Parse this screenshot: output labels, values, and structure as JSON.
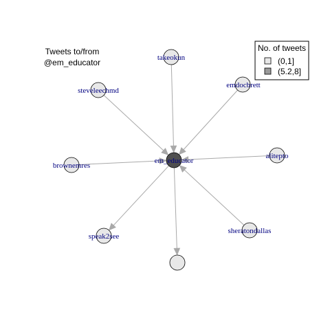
{
  "figure": {
    "title_lines": [
      "Tweets to/from",
      "@em_educator"
    ]
  },
  "legend": {
    "title": "No. of tweets",
    "items": [
      {
        "label": "(0,1]",
        "fill": "#e8e8e8"
      },
      {
        "label": "(5.2,8]",
        "fill": "#9a9a9a"
      }
    ]
  },
  "colors": {
    "edge": "#a9a9a9",
    "node_stroke": "#000000",
    "node_light": "#e8e8e8",
    "node_center": "#505050",
    "label": "#000080"
  },
  "graph": {
    "center": {
      "id": "em_educator",
      "label": "em_educator",
      "tweet_bin": "(5.2,8]"
    },
    "nodes": [
      {
        "id": "takeokun",
        "label": "takeokun",
        "tweet_bin": "(0,1]",
        "edge_dir": "to_center"
      },
      {
        "id": "steveleechmd",
        "label": "steveleechmd",
        "tweet_bin": "(0,1]",
        "edge_dir": "to_center"
      },
      {
        "id": "emdocbrett",
        "label": "emdocbrett",
        "tweet_bin": "(0,1]",
        "edge_dir": "to_center"
      },
      {
        "id": "alitepto",
        "label": "alitepto",
        "tweet_bin": "(0,1]",
        "edge_dir": "to_center"
      },
      {
        "id": "brownemres",
        "label": "brownemres",
        "tweet_bin": "(0,1]",
        "edge_dir": "to_center"
      },
      {
        "id": "speak2see",
        "label": "speak2see",
        "tweet_bin": "(0,1]",
        "edge_dir": "from_center"
      },
      {
        "id": "sheratondallas",
        "label": "sheratondallas",
        "tweet_bin": "(0,1]",
        "edge_dir": "to_center"
      },
      {
        "id": "unlabeled",
        "label": "",
        "tweet_bin": "(0,1]",
        "edge_dir": "from_center"
      }
    ]
  }
}
